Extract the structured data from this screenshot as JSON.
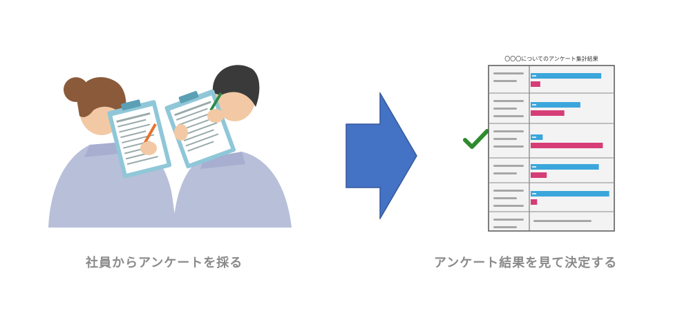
{
  "steps": [
    {
      "caption": "社員からアンケートを採る"
    },
    {
      "caption": "アンケート結果を見て決定する"
    }
  ],
  "report": {
    "title": "〇〇〇についてのアンケート集計結果",
    "rows": [
      {
        "blue": 0.88,
        "pink": 0.12
      },
      {
        "blue": 0.62,
        "pink": 0.42
      },
      {
        "blue": 0.15,
        "pink": 0.9
      },
      {
        "blue": 0.85,
        "pink": 0.2
      },
      {
        "blue": 0.98,
        "pink": 0.08
      }
    ]
  },
  "colors": {
    "arrow": "#4472c4",
    "check": "#2e8b2e",
    "bar_blue": "#3ba6db",
    "bar_pink": "#d63c76",
    "caption": "#8a8a8a"
  },
  "icons": [
    "survey-workers-illustration",
    "right-arrow-icon",
    "check-icon",
    "survey-report-illustration"
  ]
}
